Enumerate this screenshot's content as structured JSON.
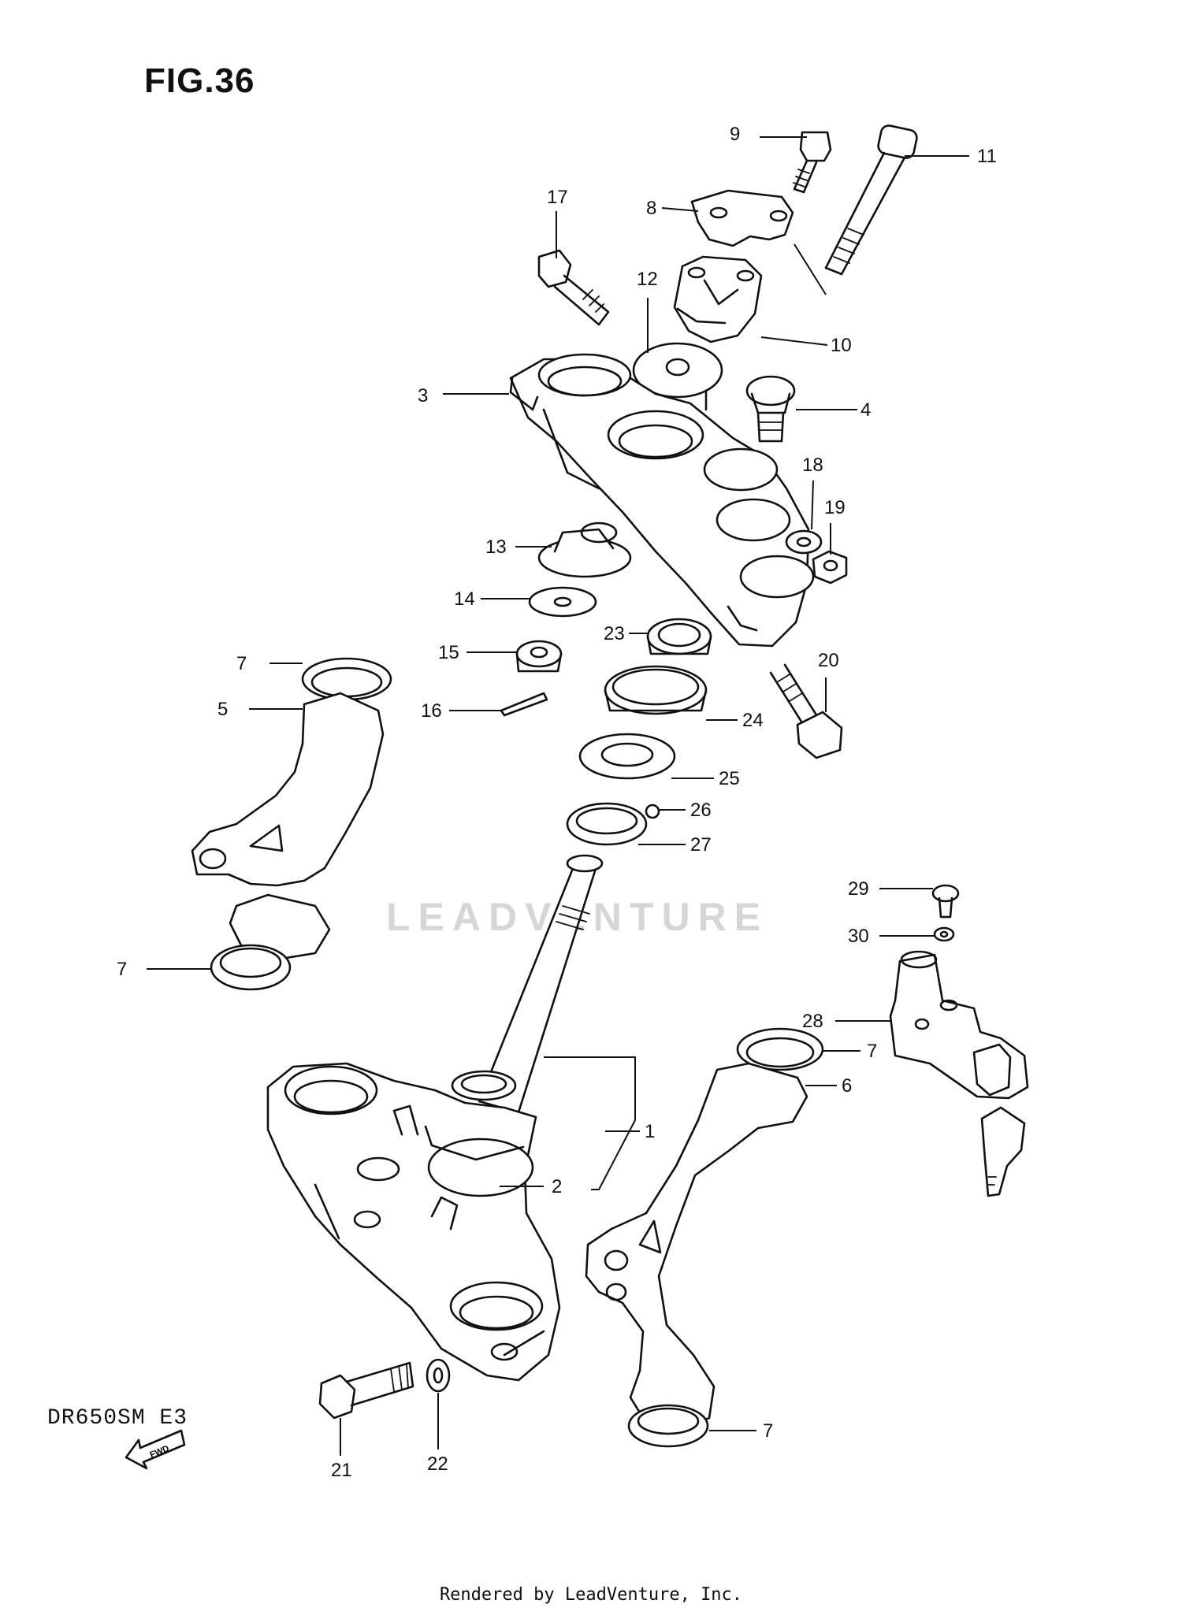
{
  "figure": {
    "title": "FIG.36",
    "model_code": "DR650SM E3"
  },
  "watermark": "LEADVENTURE",
  "footer": "Rendered by LeadVenture, Inc.",
  "fwd_label": "FWD",
  "callouts": [
    "1",
    "2",
    "3",
    "4",
    "5",
    "6",
    "7",
    "7",
    "7",
    "7",
    "8",
    "9",
    "10",
    "11",
    "12",
    "13",
    "14",
    "15",
    "16",
    "17",
    "18",
    "19",
    "20",
    "21",
    "22",
    "23",
    "24",
    "25",
    "26",
    "27",
    "28",
    "29",
    "30"
  ],
  "icons": {
    "fwd_arrow": "fwd-arrow-icon"
  }
}
